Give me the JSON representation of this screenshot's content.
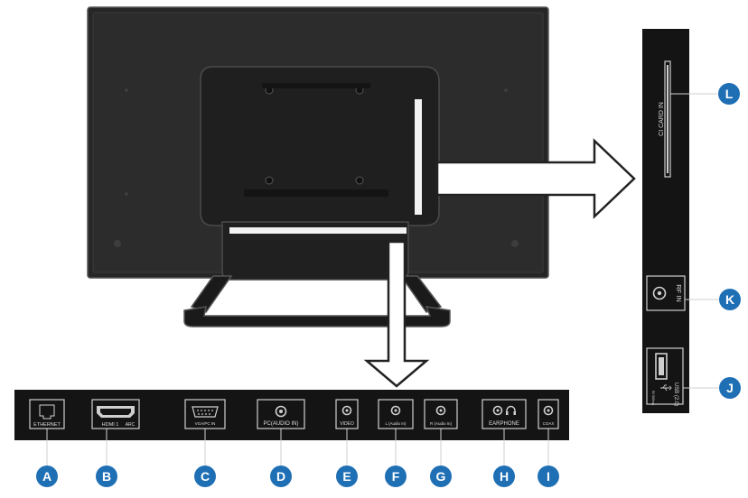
{
  "bottom_panel": {
    "ports": [
      {
        "id": "A",
        "label": "ETHERNET"
      },
      {
        "id": "B",
        "label": "HDMI 1",
        "sublabel": "ARC"
      },
      {
        "id": "C",
        "label": "VGA/PC IN"
      },
      {
        "id": "D",
        "label": "PC(AUDIO IN)"
      },
      {
        "id": "E",
        "label": "VIDEO"
      },
      {
        "id": "F",
        "label": "L (Audio In)"
      },
      {
        "id": "G",
        "label": "R (Audio In)"
      },
      {
        "id": "H",
        "label": "EARPHONE"
      },
      {
        "id": "I",
        "label": "COAX"
      }
    ]
  },
  "side_panel": {
    "ports": [
      {
        "id": "L",
        "label": "CI CARD IN"
      },
      {
        "id": "K",
        "label": "RF IN"
      },
      {
        "id": "J",
        "label": "USB (2.0)",
        "sublabel": "5V 500mA"
      }
    ]
  },
  "colors": {
    "callout": "#1f6fb5",
    "tv_body": "#2b2b2b",
    "panel": "#161616",
    "port_outline": "#cfcfcf"
  }
}
